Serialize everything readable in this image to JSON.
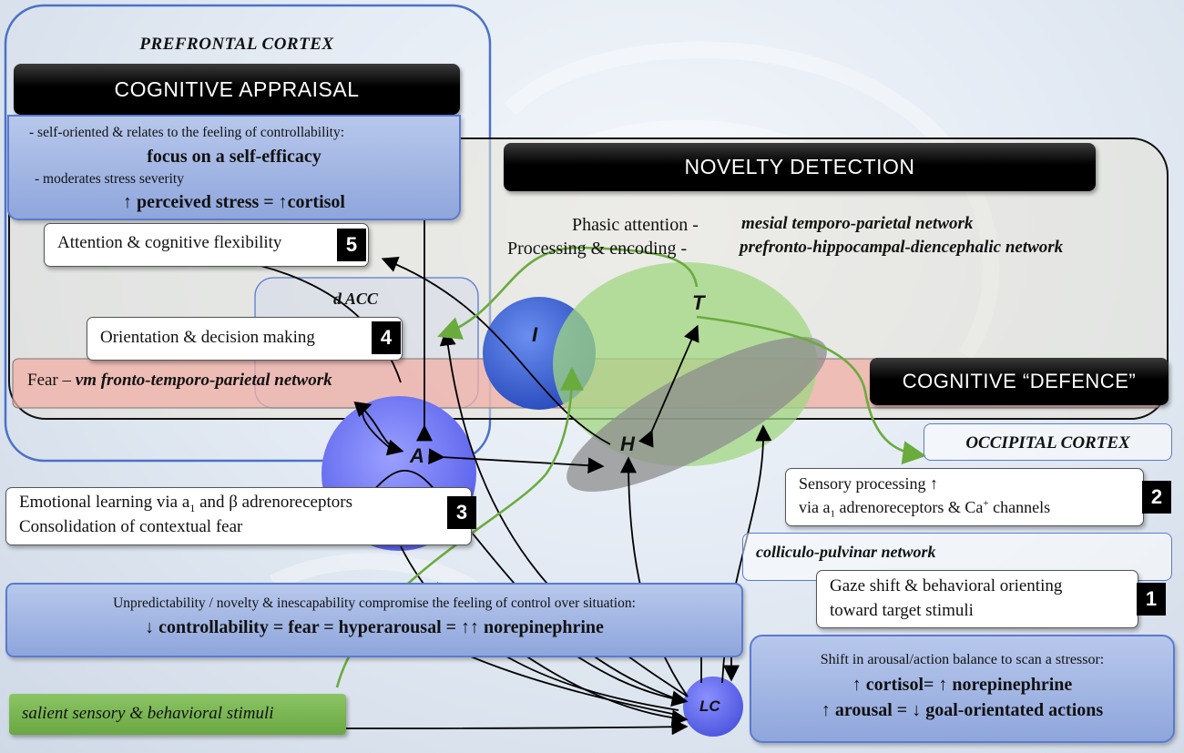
{
  "prefrontal": {
    "title": "PREFRONTAL CORTEX"
  },
  "appraisal": {
    "title": "COGNITIVE  APPRAISAL",
    "line1": "- self-oriented  & relates to the feeling  of controllability:",
    "line2": "focus on a self-efficacy",
    "line3": "- moderates stress severity",
    "line4": "↑ perceived stress = ↑cortisol"
  },
  "novelty": {
    "title": "NOVELTY DETECTION",
    "phasic_label": "Phasic attention  -",
    "phasic_network": "mesial temporo-parietal network",
    "processing_label": "Processing & encoding  -",
    "processing_network": "prefronto-hippocampal-diencephalic network"
  },
  "boxes": {
    "attention": "Attention  & cognitive  flexibility",
    "attention_num": "5",
    "orientation": "Orientation  & decision making",
    "orientation_num": "4",
    "emotional_line1": "Emotional learning via a",
    "emotional_sub": "1",
    "emotional_line1_end": " and  β adrenoreceptors",
    "emotional_line2": "Consolidation of contextual fear",
    "emotional_num": "3",
    "sensory_line1": "Sensory processing ↑",
    "sensory_line2a": "via a",
    "sensory_sub": "1",
    "sensory_line2b": " adrenoreceptors & Ca",
    "sensory_sup": "+",
    "sensory_line2c": " channels",
    "sensory_num": "2",
    "gaze_line1": "Gaze shift & behavioral orienting",
    "gaze_line2": "toward target stimuli",
    "gaze_num": "1"
  },
  "dacc": "d ACC",
  "fear": {
    "prefix": "Fear – ",
    "network": "vm fronto-temporo-parietal network"
  },
  "defence": "COGNITIVE “DEFENCE”",
  "occipital": "OCCIPITAL CORTEX",
  "colliculo": "colliculo-pulvinar network",
  "nodes": {
    "I": "I",
    "T": "T",
    "H": "H",
    "A": "A",
    "LC": "LC"
  },
  "unpredictability": {
    "line1": "Unpredictability  / novelty & inescapability  compromise  the feeling of control over situation:",
    "line2": "↓ controllability = fear = hyperarousal = ↑↑ norepinephrine"
  },
  "shift": {
    "line1": "Shift in arousal/action  balance to scan a stressor:",
    "line2": "↑ cortisol= ↑ norepinephrine",
    "line3": "↑ arousal = ↓ goal-orientated actions"
  },
  "salient": "salient sensory  & behavioral stimuli",
  "colors": {
    "blue_box": "#8fa6dc",
    "green_arrow": "#6aab3e",
    "black": "#000000",
    "fear_band": "#f0b8b0",
    "green_ellipse": "#a8d890",
    "blue_circle": "#4a6fd6",
    "amygdala": "#7c82f0"
  }
}
